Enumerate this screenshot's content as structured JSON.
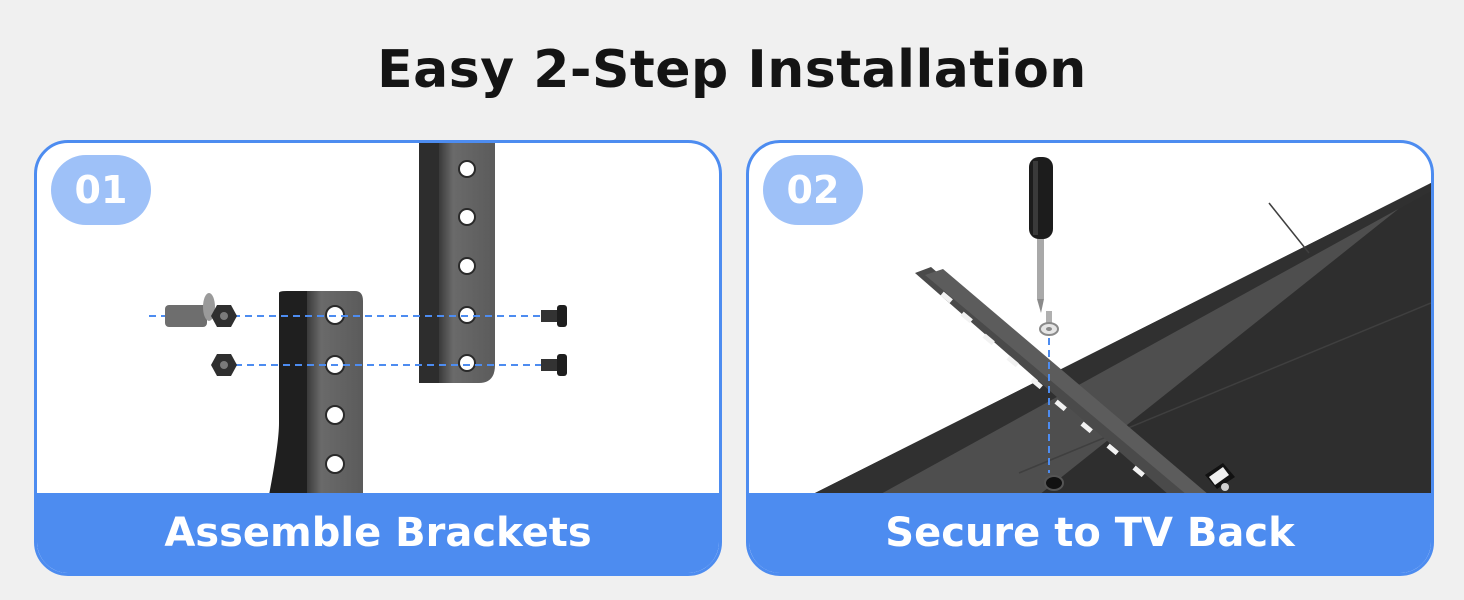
{
  "title": "Easy 2-Step Installation",
  "steps": [
    {
      "number": "01",
      "caption": "Assemble Brackets"
    },
    {
      "number": "02",
      "caption": "Secure to TV Back"
    }
  ],
  "colors": {
    "accent": "#4d8cf0",
    "badge": "#9ec1f8",
    "background": "#f0f0f0",
    "title": "#141414"
  }
}
